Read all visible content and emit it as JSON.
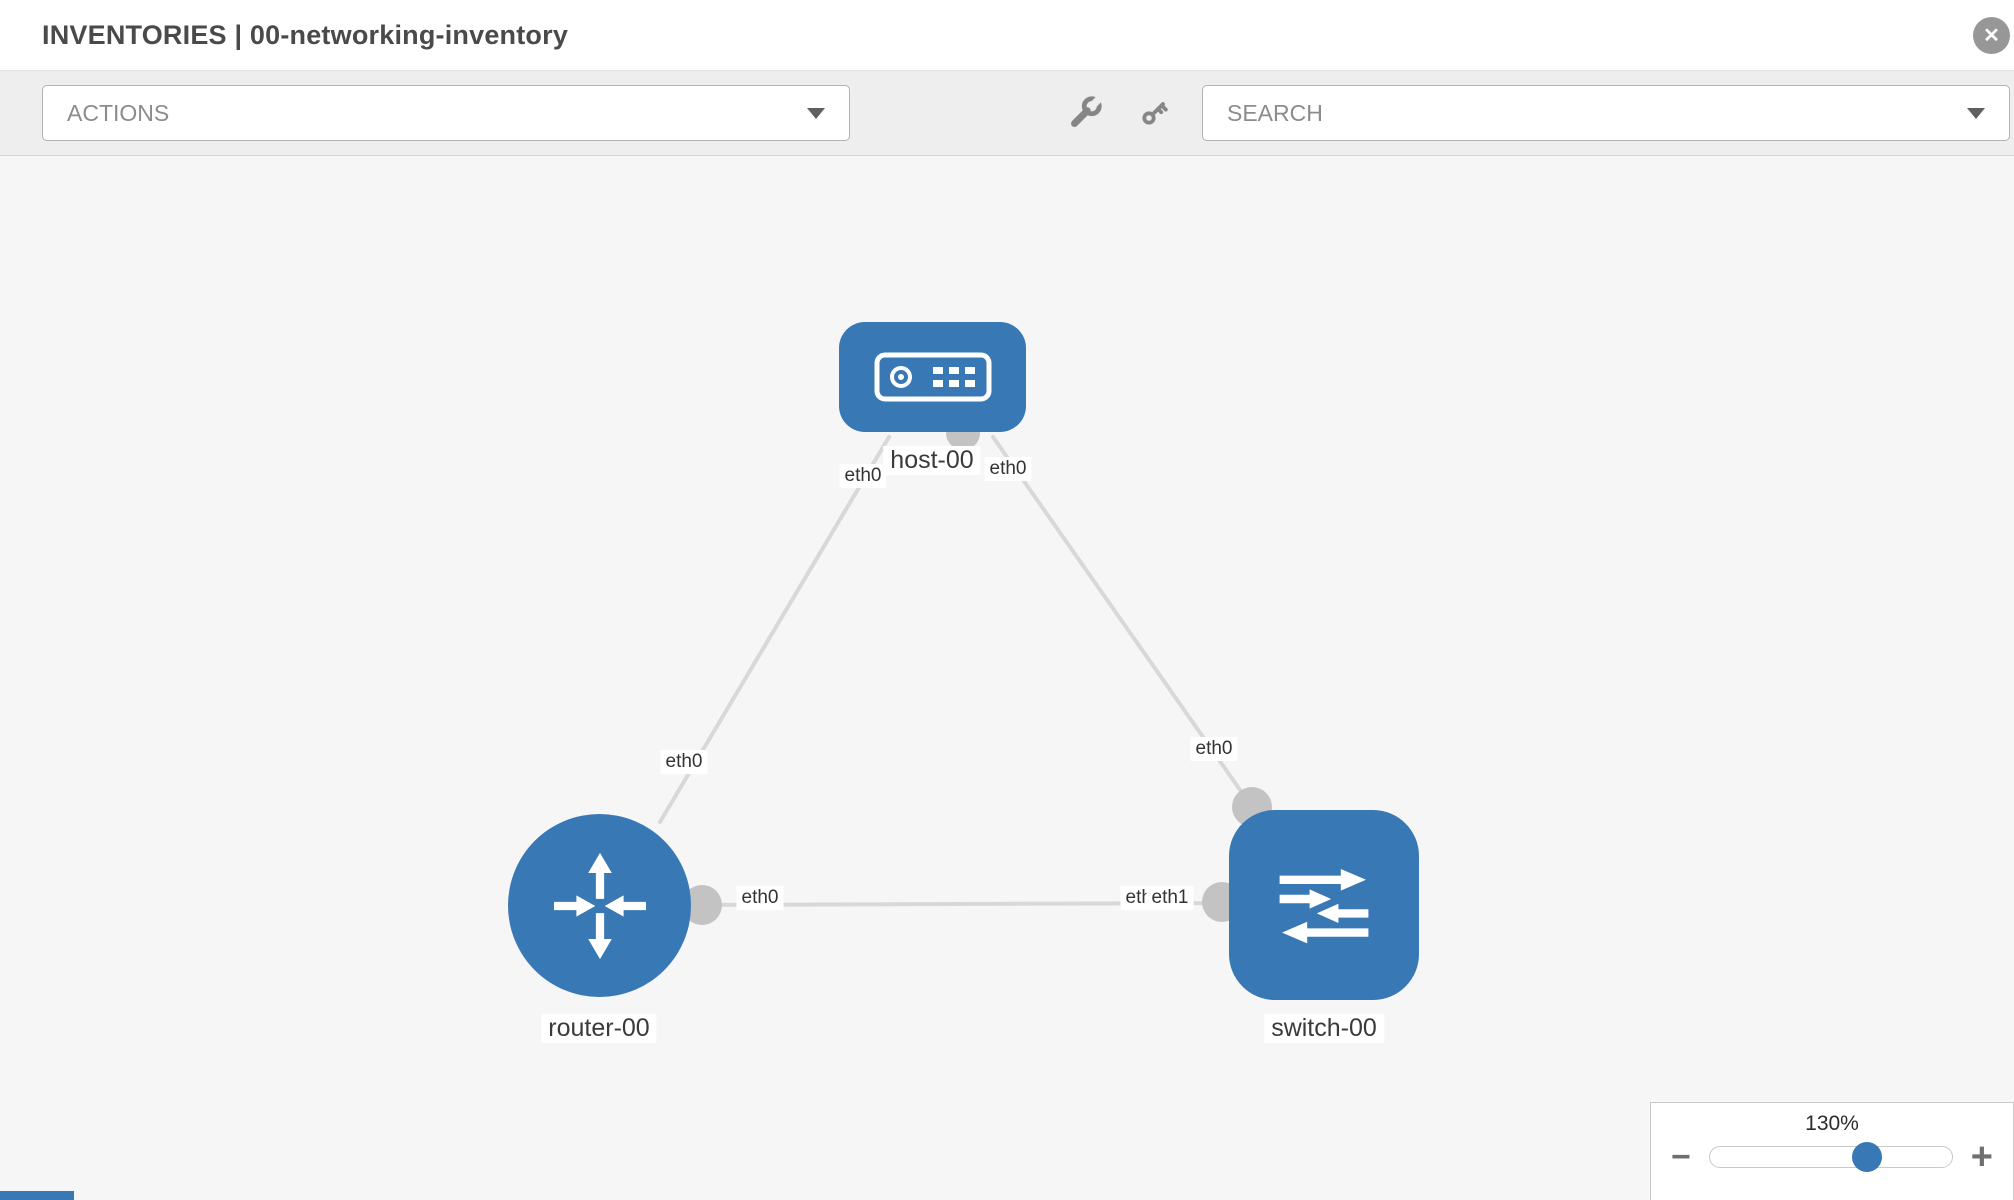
{
  "header": {
    "title": "INVENTORIES | 00-networking-inventory"
  },
  "icons": {
    "close": "✕"
  },
  "colors": {
    "node_blue": "#3878b4",
    "canvas_bg": "#f6f6f6",
    "link_gray": "#d8d8d8"
  },
  "toolbar": {
    "actions_label": "ACTIONS",
    "search_label": "SEARCH"
  },
  "topology": {
    "nodes": [
      {
        "id": "host-00",
        "type": "host",
        "label": "host-00"
      },
      {
        "id": "router-00",
        "type": "router",
        "label": "router-00"
      },
      {
        "id": "switch-00",
        "type": "switch",
        "label": "switch-00"
      }
    ],
    "links": [
      {
        "source": "host-00",
        "source_if": "eth0",
        "target": "router-00",
        "target_if": "eth0"
      },
      {
        "source": "host-00",
        "source_if": "eth0",
        "target": "switch-00",
        "target_if": "eth0"
      },
      {
        "source": "router-00",
        "source_if": "eth0",
        "target": "switch-00",
        "target_if": "eth1",
        "target_if_overlapped": "eth0"
      }
    ]
  },
  "zoom": {
    "level": "130%",
    "percent": 130,
    "minus": "−",
    "plus": "+"
  }
}
